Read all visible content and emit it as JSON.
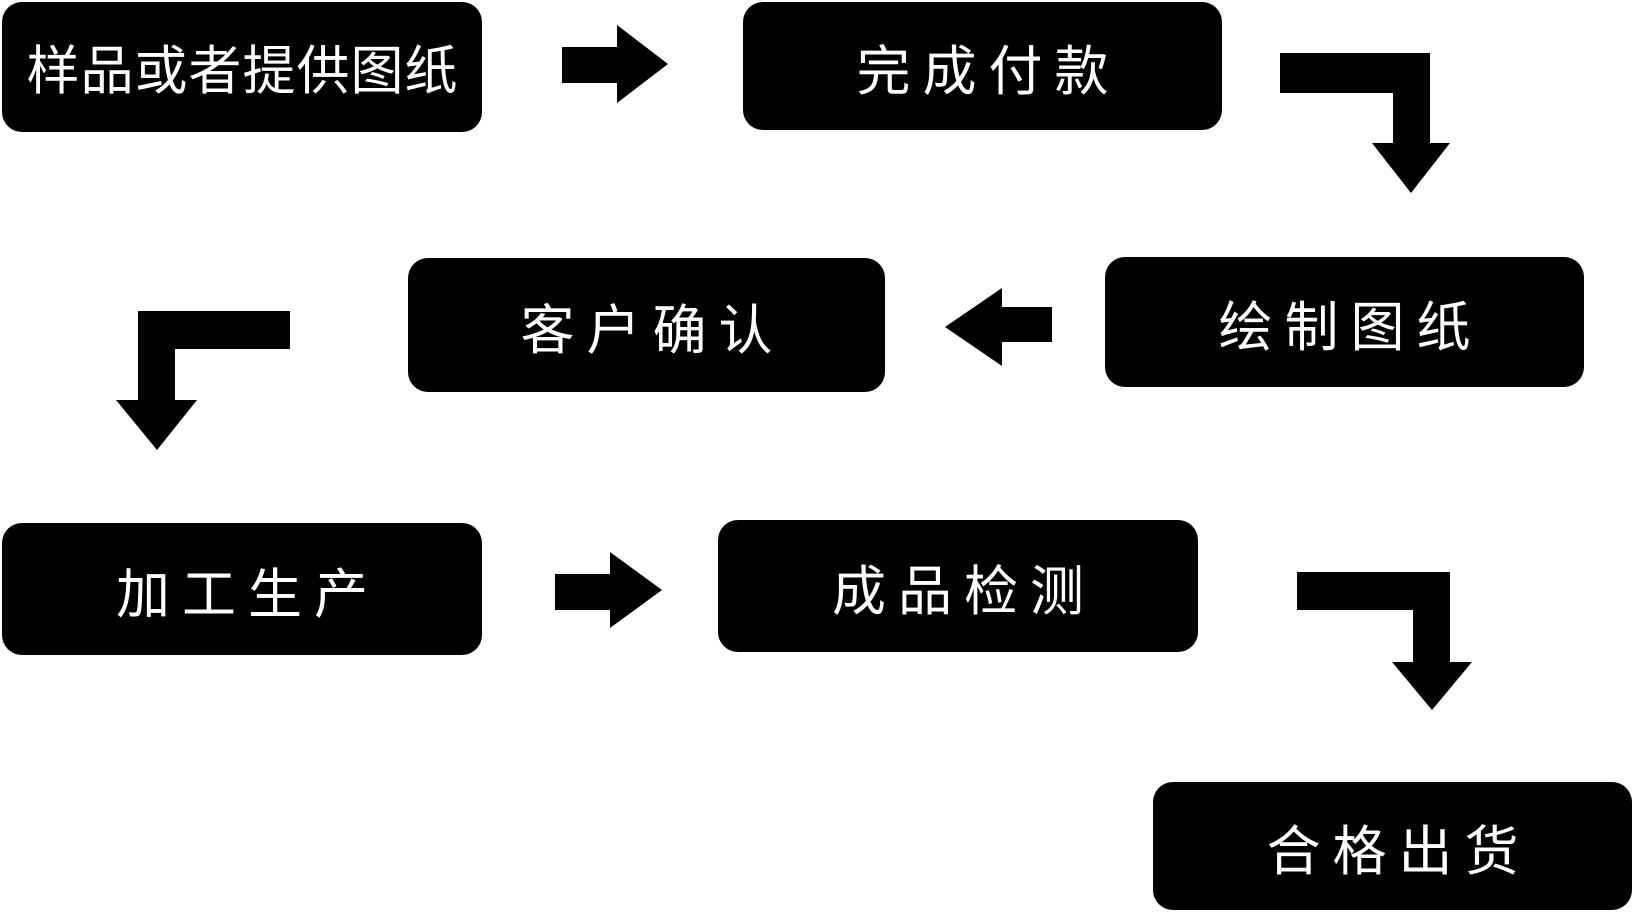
{
  "flowchart": {
    "nodes": [
      {
        "id": "sample",
        "label": "样品或者提供图纸"
      },
      {
        "id": "payment",
        "label": "完成付款"
      },
      {
        "id": "draw",
        "label": "绘制图纸"
      },
      {
        "id": "confirm",
        "label": "客户确认"
      },
      {
        "id": "produce",
        "label": "加工生产"
      },
      {
        "id": "inspect",
        "label": "成品检测"
      },
      {
        "id": "ship",
        "label": "合格出货"
      }
    ],
    "flow_order": [
      "样品或者提供图纸",
      "完成付款",
      "绘制图纸",
      "客户确认",
      "加工生产",
      "成品检测",
      "合格出货"
    ],
    "colors": {
      "node_background": "#000000",
      "node_text": "#ffffff",
      "arrow": "#000000",
      "canvas_background": "#ffffff"
    }
  }
}
